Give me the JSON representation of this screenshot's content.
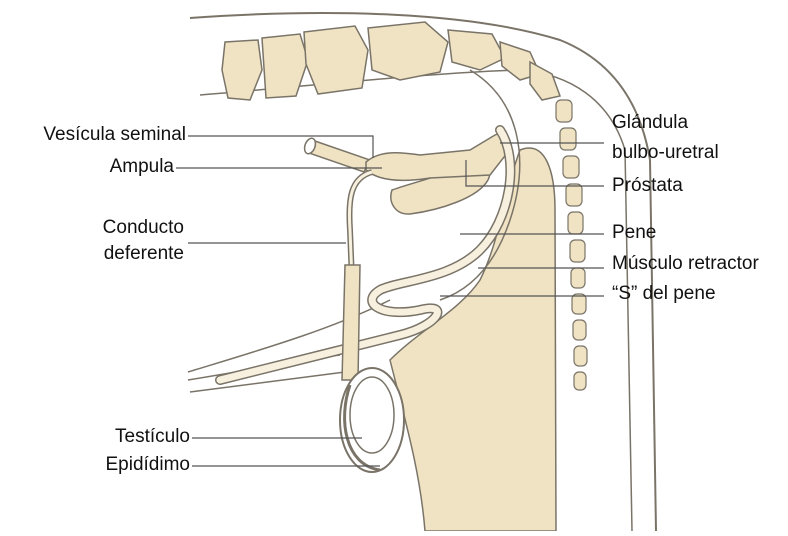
{
  "labels": {
    "left": {
      "vesicula_seminal": "Vesícula seminal",
      "ampula": "Ampula",
      "conducto_line1": "Conducto",
      "conducto_line2": "deferente",
      "testiculo": "Testículo",
      "epididimo": "Epidídimo"
    },
    "right": {
      "glandula_line1": "Glándula",
      "glandula_line2": "bulbo-uretral",
      "prostata": "Próstata",
      "pene": "Pene",
      "musculo": "Músculo retractor",
      "s_pene": "“S” del pene"
    }
  },
  "colors": {
    "tissue": "#f0e3c4",
    "tissue_dark": "#e8d6ab",
    "outline": "#7a7468",
    "label_text": "#111111",
    "leader": "#555555"
  }
}
